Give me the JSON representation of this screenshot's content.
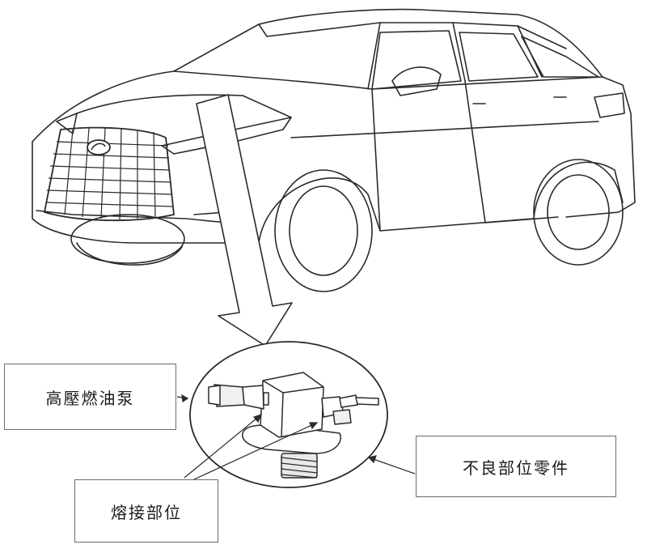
{
  "labels": {
    "pump": "高壓燃油泵",
    "weld": "熔接部位",
    "defect": "不良部位零件"
  }
}
